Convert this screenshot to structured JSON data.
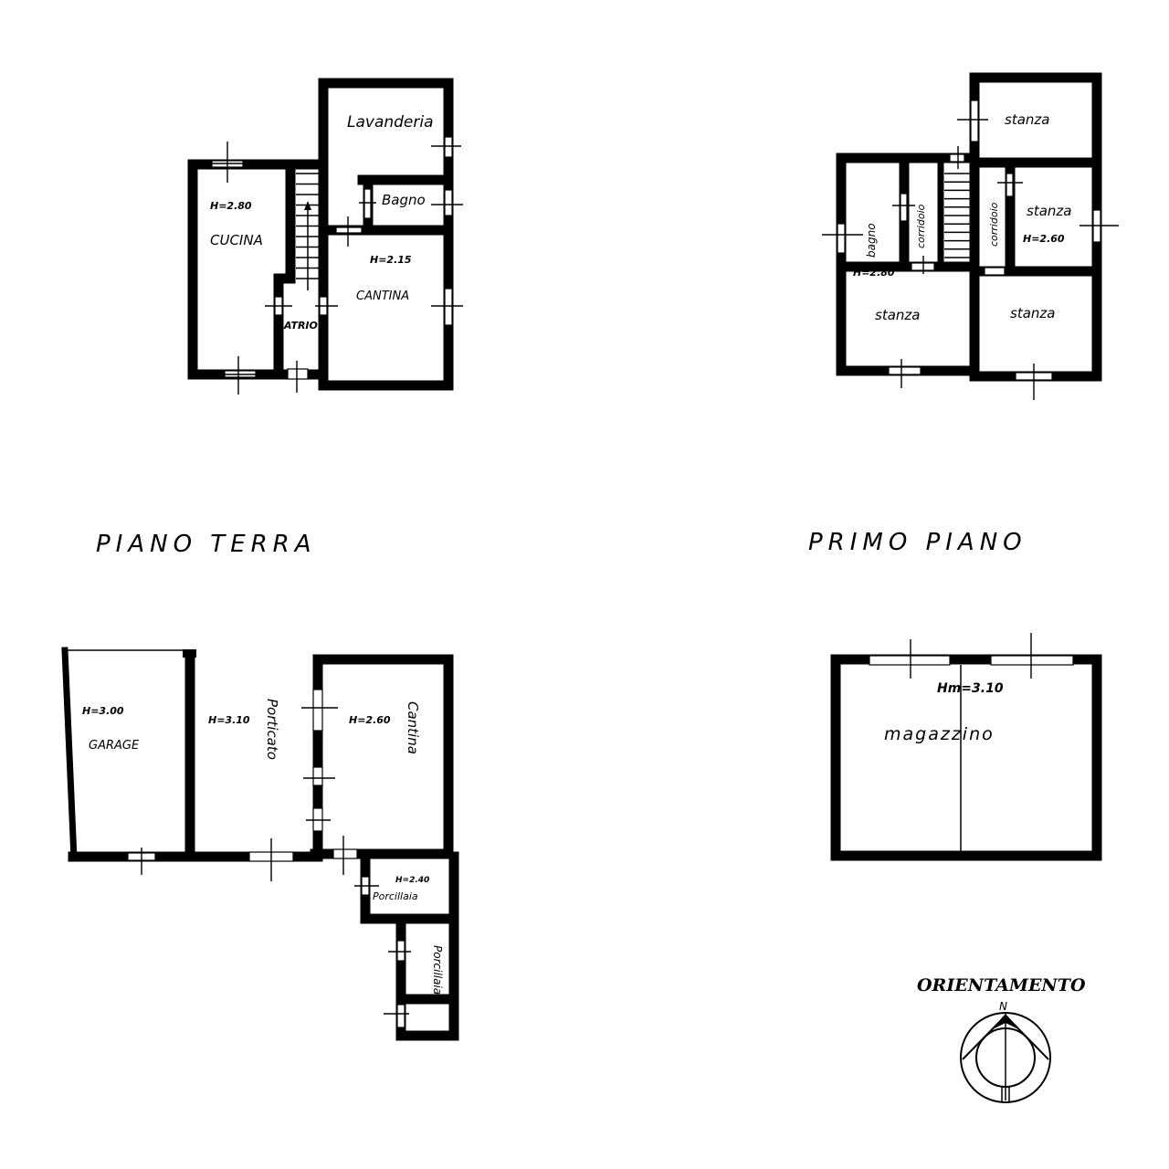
{
  "ground_floor": {
    "title": "PIANO TERRA",
    "rooms": {
      "cucina": {
        "label": "CUCINA",
        "height": "H=2.80"
      },
      "lavanderia": {
        "label": "Lavanderia"
      },
      "bagno": {
        "label": "Bagno"
      },
      "cantina": {
        "label": "CANTINA",
        "height": "H=2.15"
      },
      "atrio": {
        "label": "ATRIO"
      }
    }
  },
  "first_floor": {
    "title": "PRIMO PIANO",
    "rooms": {
      "stanza_top": {
        "label": "stanza"
      },
      "stanza_mid": {
        "label": "stanza",
        "height": "H=2.60"
      },
      "stanza_bl": {
        "label": "stanza",
        "height": "H=2.80"
      },
      "stanza_br": {
        "label": "stanza"
      },
      "bagno": {
        "label": "bagno"
      },
      "corridoio_left": {
        "label": "corridoio"
      },
      "corridoio_right": {
        "label": "corridoio"
      }
    }
  },
  "outbuilding": {
    "rooms": {
      "garage": {
        "label": "GARAGE",
        "height": "H=3.00"
      },
      "porticato": {
        "label": "Porticato",
        "height": "H=3.10"
      },
      "cantina": {
        "label": "Cantina",
        "height": "H=2.60"
      },
      "porcillaia_1": {
        "label": "Porcillaia",
        "height": "H=2.40"
      },
      "porcillaia_2": {
        "label": "Porcillaia"
      }
    }
  },
  "storage": {
    "rooms": {
      "magazzino": {
        "label": "magazzino",
        "height": "Hm=3.10"
      }
    }
  },
  "orientation": {
    "title": "ORIENTAMENTO",
    "north_label": "N"
  }
}
